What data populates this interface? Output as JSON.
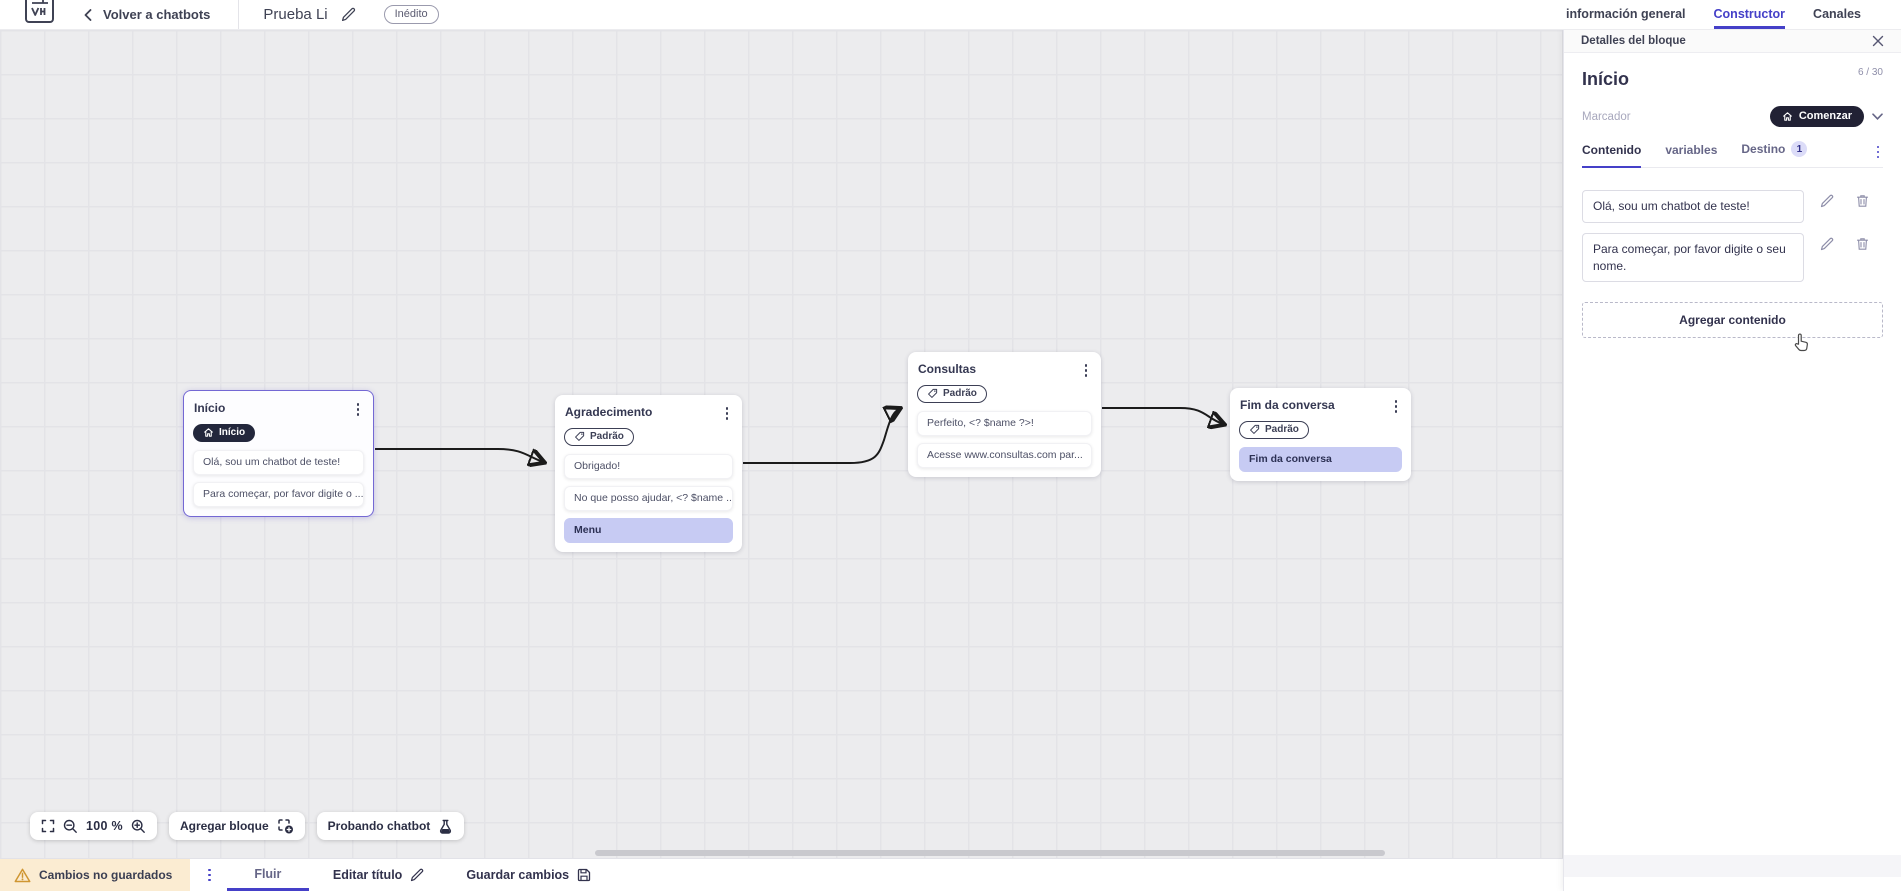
{
  "header": {
    "back_label": "Volver a chatbots",
    "title": "Prueba Li",
    "status_badge": "Inédito",
    "tabs": [
      {
        "label": "información general",
        "active": false
      },
      {
        "label": "Constructor",
        "active": true
      },
      {
        "label": "Canales",
        "active": false
      }
    ]
  },
  "panel": {
    "title": "Detalles del bloque",
    "block_name": "Início",
    "counter": "6 / 30",
    "marker_label": "Marcador",
    "marker_value": "Comenzar",
    "tabs": [
      {
        "label": "Contenido",
        "active": true
      },
      {
        "label": "variables",
        "active": false
      },
      {
        "label": "Destino",
        "active": false,
        "badge": "1"
      }
    ],
    "contents": [
      {
        "text": "Olá, sou um chatbot de teste!"
      },
      {
        "text": "Para começar, por favor digite o seu nome."
      }
    ],
    "add_content_label": "Agregar contenido"
  },
  "canvas": {
    "blocks": [
      {
        "title": "Início",
        "badge": "Início",
        "selected": true,
        "items": [
          {
            "text": "Olá, sou um chatbot de teste!"
          },
          {
            "text": "Para começar, por favor digite o ..."
          }
        ]
      },
      {
        "title": "Agradecimento",
        "badge": "Padrão",
        "items": [
          {
            "text": "Obrigado!"
          },
          {
            "text": "No que posso ajudar, <? $name ..."
          },
          {
            "text": "Menu",
            "highlight": true
          }
        ]
      },
      {
        "title": "Consultas",
        "badge": "Padrão",
        "items": [
          {
            "text": "Perfeito, <? $name ?>!"
          },
          {
            "text": "Acesse www.consultas.com par..."
          }
        ]
      },
      {
        "title": "Fim da conversa",
        "badge": "Padrão",
        "items": [
          {
            "text": "Fim da conversa",
            "highlight": true
          }
        ]
      }
    ],
    "controls": {
      "zoom_level": "100 %",
      "add_block_label": "Agregar bloque",
      "test_label": "Probando chatbot"
    }
  },
  "footer": {
    "unsaved_label": "Cambios no guardados",
    "flow_tab_label": "Fluir",
    "edit_title_label": "Editar título",
    "save_label": "Guardar cambios"
  },
  "colors": {
    "accent": "#4540c8",
    "selected_block_border": "#7468d4",
    "dark_pill": "#23273c",
    "highlight_item": "#c7cbf3",
    "warning_bg": "#fbecd2",
    "warning_icon": "#cf9632",
    "canvas_bg": "#ececee",
    "connector": "#1b1b1b"
  },
  "icons": {
    "logo": "app-logo",
    "back": "chevron-left",
    "edit": "pencil",
    "close": "x",
    "home": "house",
    "marker_chevron": "chevron-down",
    "badge": "tag",
    "delete": "trash",
    "fullscreen": "corners",
    "zoom_out": "magnifier-minus",
    "zoom_in": "magnifier-plus",
    "add_block": "dashed-square-plus",
    "test": "flask",
    "warning": "triangle-exclamation",
    "save": "floppy-disk",
    "pointer": "hand-cursor"
  }
}
